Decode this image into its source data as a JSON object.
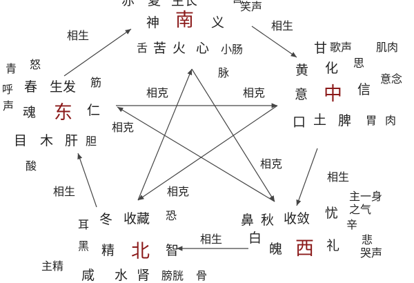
{
  "south": {
    "direction": "南",
    "items": [
      "赤",
      "夏",
      "生长",
      "喜",
      "笑声",
      "神",
      "义",
      "舌",
      "苦",
      "火",
      "心",
      "小肠",
      "脉"
    ]
  },
  "east": {
    "direction": "东",
    "items": [
      "青",
      "怒",
      "呼",
      "春",
      "生发",
      "筋",
      "声",
      "魂",
      "仁",
      "目",
      "木",
      "肝",
      "胆",
      "酸"
    ]
  },
  "center": {
    "direction": "中",
    "items": [
      "甘",
      "歌声",
      "肌肉",
      "思",
      "黄",
      "化",
      "意念",
      "意",
      "信",
      "口",
      "土",
      "脾",
      "胃",
      "肉"
    ]
  },
  "north": {
    "direction": "北",
    "items": [
      "耳",
      "冬",
      "收藏",
      "恐",
      "黑",
      "精",
      "智",
      "主精",
      "咸",
      "水",
      "肾",
      "膀胱",
      "骨"
    ]
  },
  "west": {
    "direction": "西",
    "items": [
      "鼻",
      "秋",
      "收敛",
      "忧",
      "主一身",
      "之气",
      "辛",
      "白",
      "魄",
      "礼",
      "悲",
      "哭声"
    ]
  },
  "labels": {
    "generate": "相生",
    "restrain": "相克"
  },
  "colors": {
    "direction": "#8b1a1a",
    "text": "#222222",
    "lines": "#444444"
  }
}
